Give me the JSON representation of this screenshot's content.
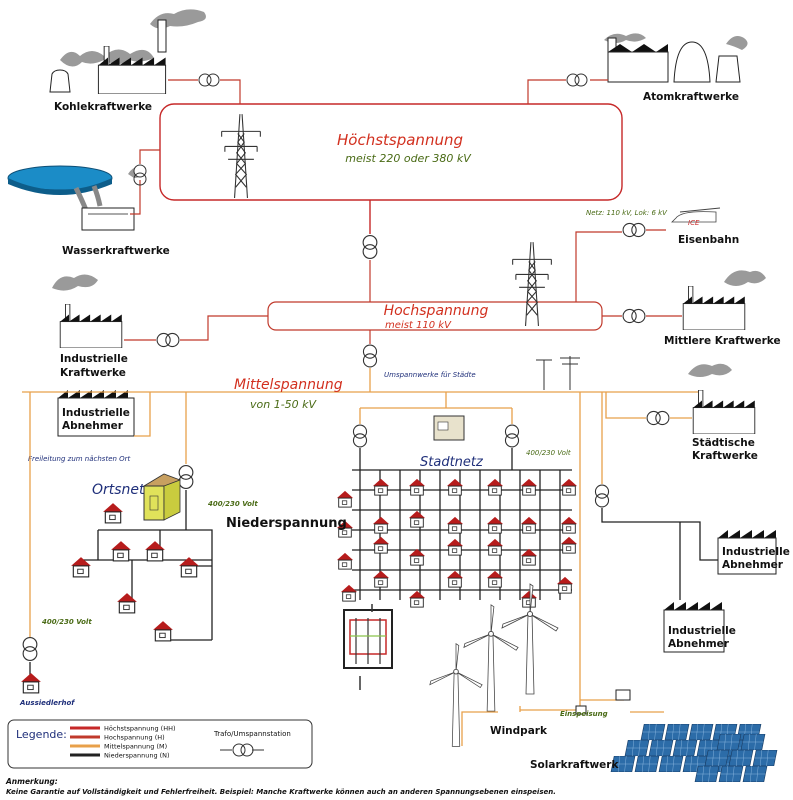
{
  "power_plants": {
    "coal": "Kohlekraftwerke",
    "nuclear": "Atomkraftwerke",
    "hydro": "Wasserkraftwerke",
    "industrial": "Industrielle Kraftwerke",
    "medium": "Mittlere Kraftwerke",
    "city": "Städtische Kraftwerke",
    "wind": "Windpark",
    "solar": "Solarkraftwerk"
  },
  "consumers": {
    "industrial_consumer": "Industrielle Abnehmer",
    "railway": "Eisenbahn",
    "ice_badge": "ICE",
    "farmstead": "Aussiedlerhof"
  },
  "networks": {
    "extra_high_title": "Höchstspannung",
    "extra_high_sub": "meist 220 oder 380 kV",
    "high_title": "Hochspannung",
    "high_sub": "meist 110 kV",
    "medium_title": "Mittelspannung",
    "medium_sub": "von 1-50 kV",
    "low_title": "Niederspannung",
    "village": "Ortsnetz",
    "city": "Stadtnetz"
  },
  "annotations": {
    "rail": "Netz: 110 kV, Lok: 6 kV",
    "substation_cities": "Umspannwerke für Städte",
    "overhead_line": "Freileitung zum nächsten Ort",
    "volt_400_230": "400/230 Volt",
    "feed_in": "Einspeisung"
  },
  "legend": {
    "title": "Legende:",
    "items": [
      "Höchstspannung (HH)",
      "Hochspannung (H)",
      "Mittelspannung (M)",
      "Niederspannung (N)"
    ],
    "colors": [
      "#c62828",
      "#c0392b",
      "#e8a04a",
      "#222222"
    ],
    "transformer": "Trafo/Umspannstation"
  },
  "footer": {
    "title": "Anmerkung:",
    "text": "Keine Garantie auf Vollständigkeit und Fehlerfreiheit. Beispiel: Manche Kraftwerke können auch an anderen Spannungsebenen einspeisen."
  }
}
